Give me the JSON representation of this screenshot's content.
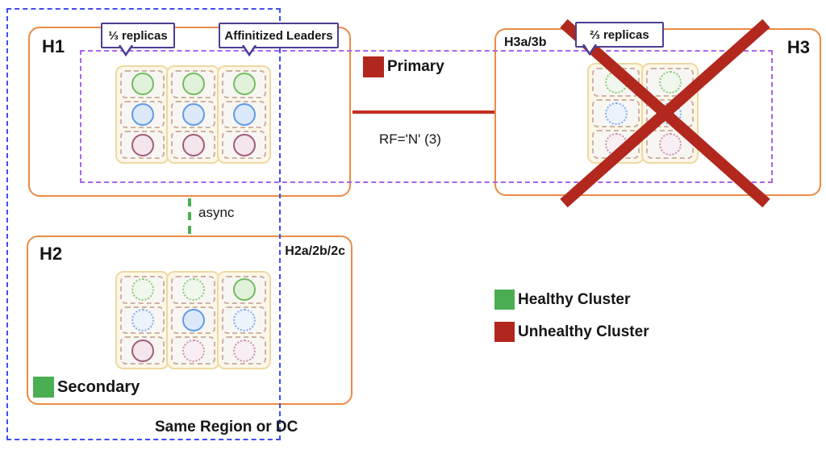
{
  "region": {
    "label": "Same Region or DC"
  },
  "clusters": {
    "h1": {
      "label": "H1"
    },
    "h2": {
      "label": "H2",
      "sublabel": "H2a/2b/2c",
      "badge": "Secondary"
    },
    "h3": {
      "label": "H3",
      "sublabel": "H3a/3b"
    }
  },
  "callouts": {
    "one_third": "⅓ replicas",
    "leaders": "Affinitized Leaders",
    "two_thirds": "⅔ replicas"
  },
  "annotations": {
    "primary": "Primary",
    "rf": "RF='N' (3)",
    "async": "async"
  },
  "legend": {
    "items": [
      {
        "label": "Healthy Cluster",
        "color": "#4BAE52"
      },
      {
        "label": "Unhealthy Cluster",
        "color": "#B2271D"
      }
    ]
  },
  "cards": {
    "h1": [
      [
        "green:solid",
        "blue:solid",
        "maroon:solid"
      ],
      [
        "green:solid",
        "blue:solid",
        "maroon:solid"
      ],
      [
        "green:solid",
        "blue:solid",
        "maroon:solid"
      ]
    ],
    "h2": [
      [
        "green:dotted",
        "blue:dotted",
        "maroon:solid"
      ],
      [
        "green:dotted",
        "blue:solid",
        "pink:dotted"
      ],
      [
        "green:solid",
        "blue:dotted",
        "pink:dotted"
      ]
    ],
    "h3": [
      [
        "green:dotted",
        "blue:dotted",
        "pink:dotted"
      ],
      [
        "green:dotted",
        "blue:dotted",
        "pink:dotted"
      ]
    ]
  },
  "colors": {
    "text": "#161616",
    "cluster_border": "#EC8B45",
    "region_border": "#3D4FF3",
    "primary_zone_border": "#AC63EE",
    "callout_border": "#4C3F91",
    "healthy": "#4BAE52",
    "unhealthy": "#B2271D",
    "async_green": "#4CAF50",
    "connector_red": "#C22D20",
    "card_border": "#EFD9A2",
    "card_bg": "#FCF7E8",
    "slot_border": "#CDB3A3",
    "slot_bg": "#F8F6F3",
    "green_solid_border": "#6FBE5D",
    "green_solid_bg": "#E2F1DB",
    "green_dotted_border": "#8BCA79",
    "green_dotted_bg": "#F0F7EC",
    "blue_solid_border": "#5E9BE8",
    "blue_solid_bg": "#DCE9FB",
    "blue_dotted_border": "#82AFED",
    "blue_dotted_bg": "#ECF3FD",
    "maroon_solid_border": "#A25B7B",
    "maroon_solid_bg": "#F3E6EC",
    "pink_dotted_border": "#CB92AC",
    "pink_dotted_bg": "#F8EEF3"
  }
}
